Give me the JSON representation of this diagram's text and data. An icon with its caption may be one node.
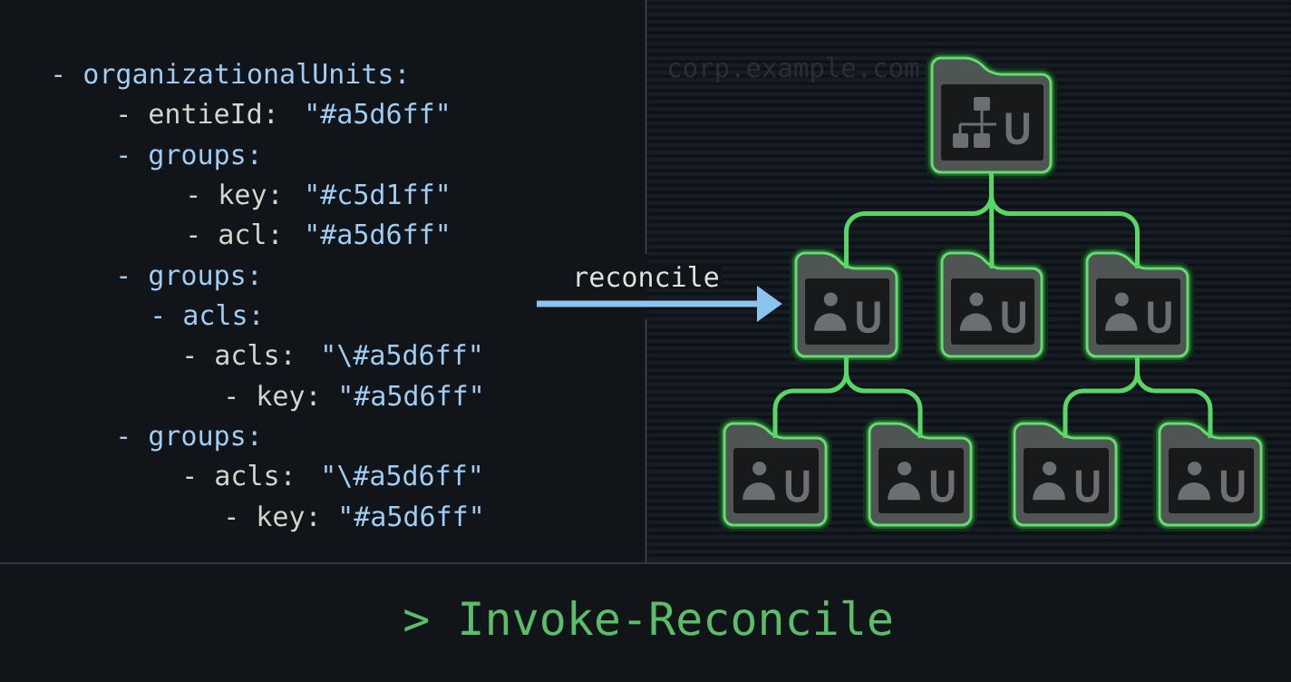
{
  "diagram": {
    "nodes": [
      {
        "text": [
          "U"
        ]
      },
      {
        "text": [
          "U"
        ]
      },
      {
        "text": [
          "U"
        ]
      },
      {
        "text": [
          "U"
        ]
      },
      {
        "text": [
          "U"
        ]
      },
      {
        "text": [
          "U"
        ]
      },
      {
        "text": [
          "U"
        ]
      },
      {
        "text": [
          "U"
        ]
      }
    ],
    "edges": [
      {
        "from": null,
        "to": 1,
        "arrow": "to",
        "label": "reconcile",
        "color": "#8cc4f0"
      },
      {
        "from": 0,
        "to": 1,
        "arrow": "none"
      },
      {
        "from": 0,
        "to": 2,
        "arrow": "none"
      },
      {
        "from": 0,
        "to": 3,
        "arrow": "none"
      },
      {
        "from": 1,
        "to": 4,
        "arrow": "none"
      },
      {
        "from": 1,
        "to": 5,
        "arrow": "none"
      },
      {
        "from": 3,
        "to": 6,
        "arrow": "none"
      },
      {
        "from": 3,
        "to": 7,
        "arrow": "none"
      }
    ],
    "labels": [
      "- organizationalUnits:",
      "- entieId:",
      "\"#a5d6ff\"",
      "- groups:",
      "- key:",
      "\"#c5d1ff\"",
      "- acl:",
      "\"#a5d6ff\"",
      "- groups:",
      "- acls:",
      "- acls:",
      "\"\\#a5d6ff\"",
      "- key:",
      "\"#a5d6ff\"",
      "- groups:",
      "- acls:",
      "\"\\#a5d6ff\"",
      "- key:",
      "\"#a5d6ff\"",
      "corp.example.com",
      "> Invoke-Reconcile"
    ]
  }
}
